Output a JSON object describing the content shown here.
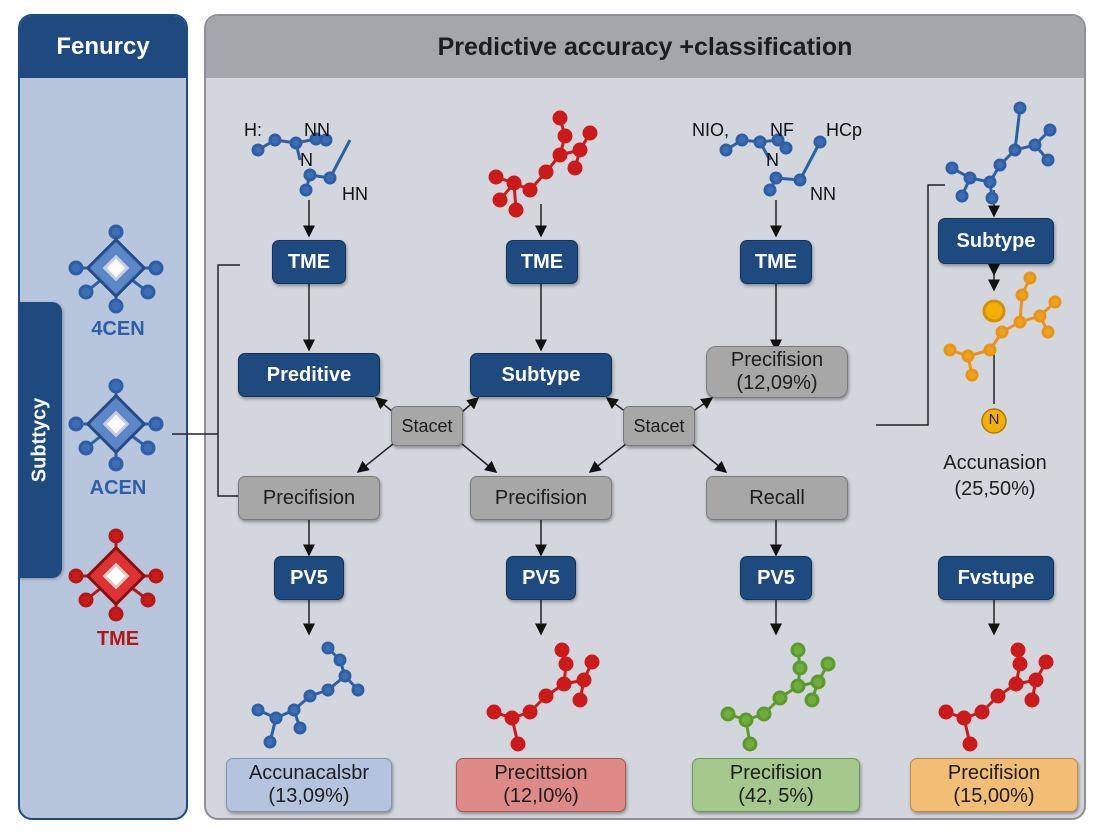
{
  "left_panel": {
    "title": "Fenurcy",
    "tab_label": "Subttycy",
    "items": [
      "4CEN",
      "ACEN",
      "TME"
    ]
  },
  "main": {
    "title": "Predictive accuracy +classification",
    "formula_labels": {
      "col1": [
        "H:",
        "NN",
        "N",
        "HN"
      ],
      "col3": [
        "NIO,",
        "NF",
        "HCp",
        "N",
        "NN"
      ]
    },
    "row1": [
      "TME",
      "TME",
      "TME",
      "Subtype"
    ],
    "row2": [
      "Preditive",
      "Subtype",
      "Precifision\n(12,09%)"
    ],
    "stacet": [
      "Stacet",
      "Stacet"
    ],
    "row3": [
      "Precifision",
      "Precifision",
      "Recall"
    ],
    "row4": [
      "PV5",
      "PV5",
      "PV5",
      "Fvstupe"
    ],
    "col4_text": {
      "badge": "N",
      "label": "Accunasion",
      "value": "(25,50%)"
    },
    "results": [
      {
        "label": "Accunacalsbr",
        "value": "(13,09%)"
      },
      {
        "label": "Precittsion",
        "value": "(12,I0%)"
      },
      {
        "label": "Precifision",
        "value": "(42, 5%)"
      },
      {
        "label": "Precifision",
        "value": "(15,00%)"
      }
    ]
  },
  "colors": {
    "blue": "#3f6db3",
    "red": "#cc1a1a",
    "green": "#6fae3a",
    "orange": "#f0a21e",
    "dark_blue": "#1f4a80"
  }
}
